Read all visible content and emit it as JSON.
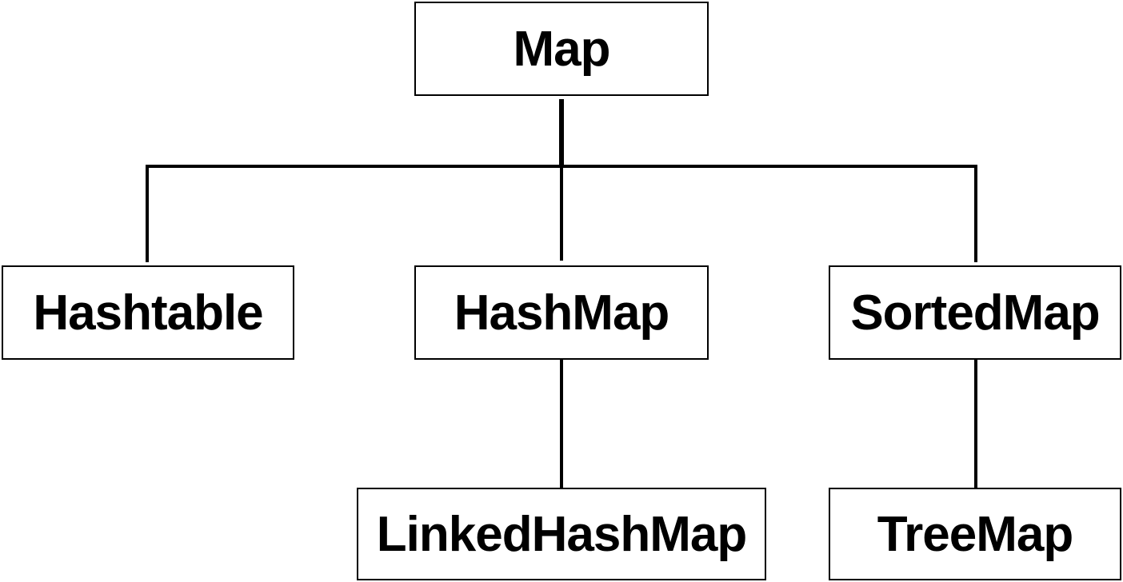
{
  "nodes": {
    "map": "Map",
    "hashtable": "Hashtable",
    "hashmap": "HashMap",
    "sortedmap": "SortedMap",
    "linkedhashmap": "LinkedHashMap",
    "treemap": "TreeMap"
  },
  "edges": [
    {
      "from": "Map",
      "to": "Hashtable"
    },
    {
      "from": "Map",
      "to": "HashMap"
    },
    {
      "from": "Map",
      "to": "SortedMap"
    },
    {
      "from": "HashMap",
      "to": "LinkedHashMap"
    },
    {
      "from": "SortedMap",
      "to": "TreeMap"
    }
  ],
  "colors": {
    "line": "#000000",
    "background": "#ffffff",
    "text": "#000000"
  }
}
